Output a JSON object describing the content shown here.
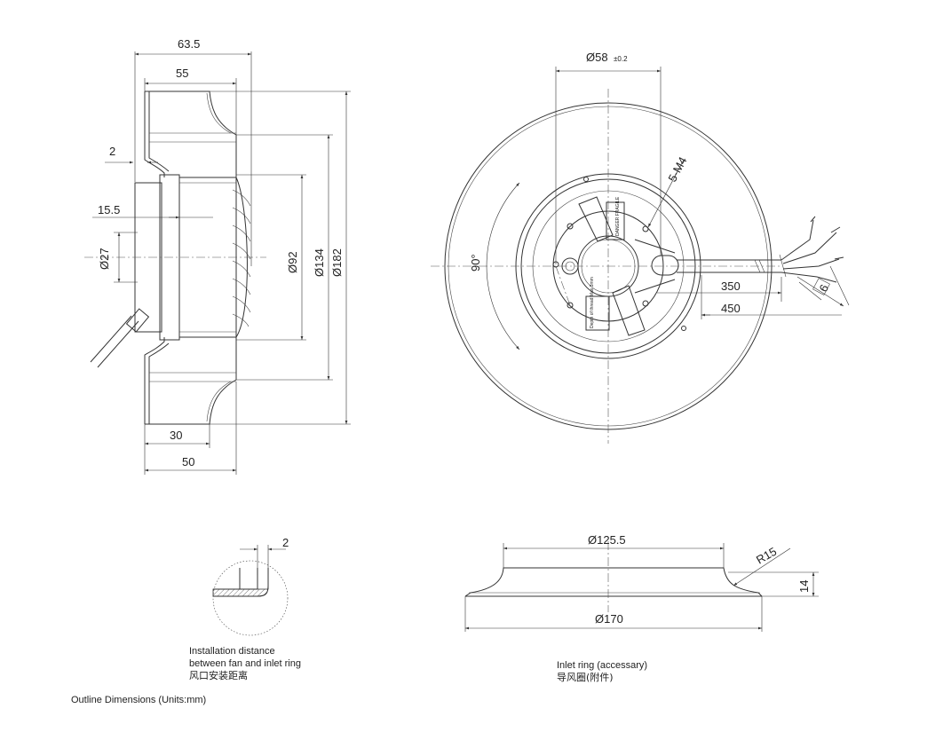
{
  "side_view": {
    "dims": {
      "overall_depth": "63.5",
      "depth": "55",
      "gap": "2",
      "offset": "15.5",
      "hub_dia": "Ø27",
      "motor_dia": "Ø92",
      "inlet_dia": "Ø134",
      "outer_dia": "Ø182",
      "base_depth": "30",
      "base_depth_total": "50"
    }
  },
  "front_view": {
    "dims": {
      "bolt_circle": "Ø58",
      "bolt_tol": "±0.2",
      "thread": "5-M4",
      "angle": "90°",
      "cable_350": "350",
      "cable_450": "450",
      "strip": "6"
    },
    "label_top": "DANGER FRAGILE",
    "label_bottom": "Depth of thread Max 3mm"
  },
  "detail_view": {
    "dim_gap": "2",
    "caption_line1": "Installation distance",
    "caption_line2": "between fan and inlet ring",
    "caption_cn": "风口安装距离"
  },
  "ring_view": {
    "inner_dia": "Ø125.5",
    "radius": "R15",
    "height": "14",
    "outer_dia": "Ø170",
    "caption_line1": "Inlet ring  (accessary)",
    "caption_cn": "导风圈(附件)"
  },
  "footer": {
    "title": "Outline Dimensions (Units:mm)"
  }
}
